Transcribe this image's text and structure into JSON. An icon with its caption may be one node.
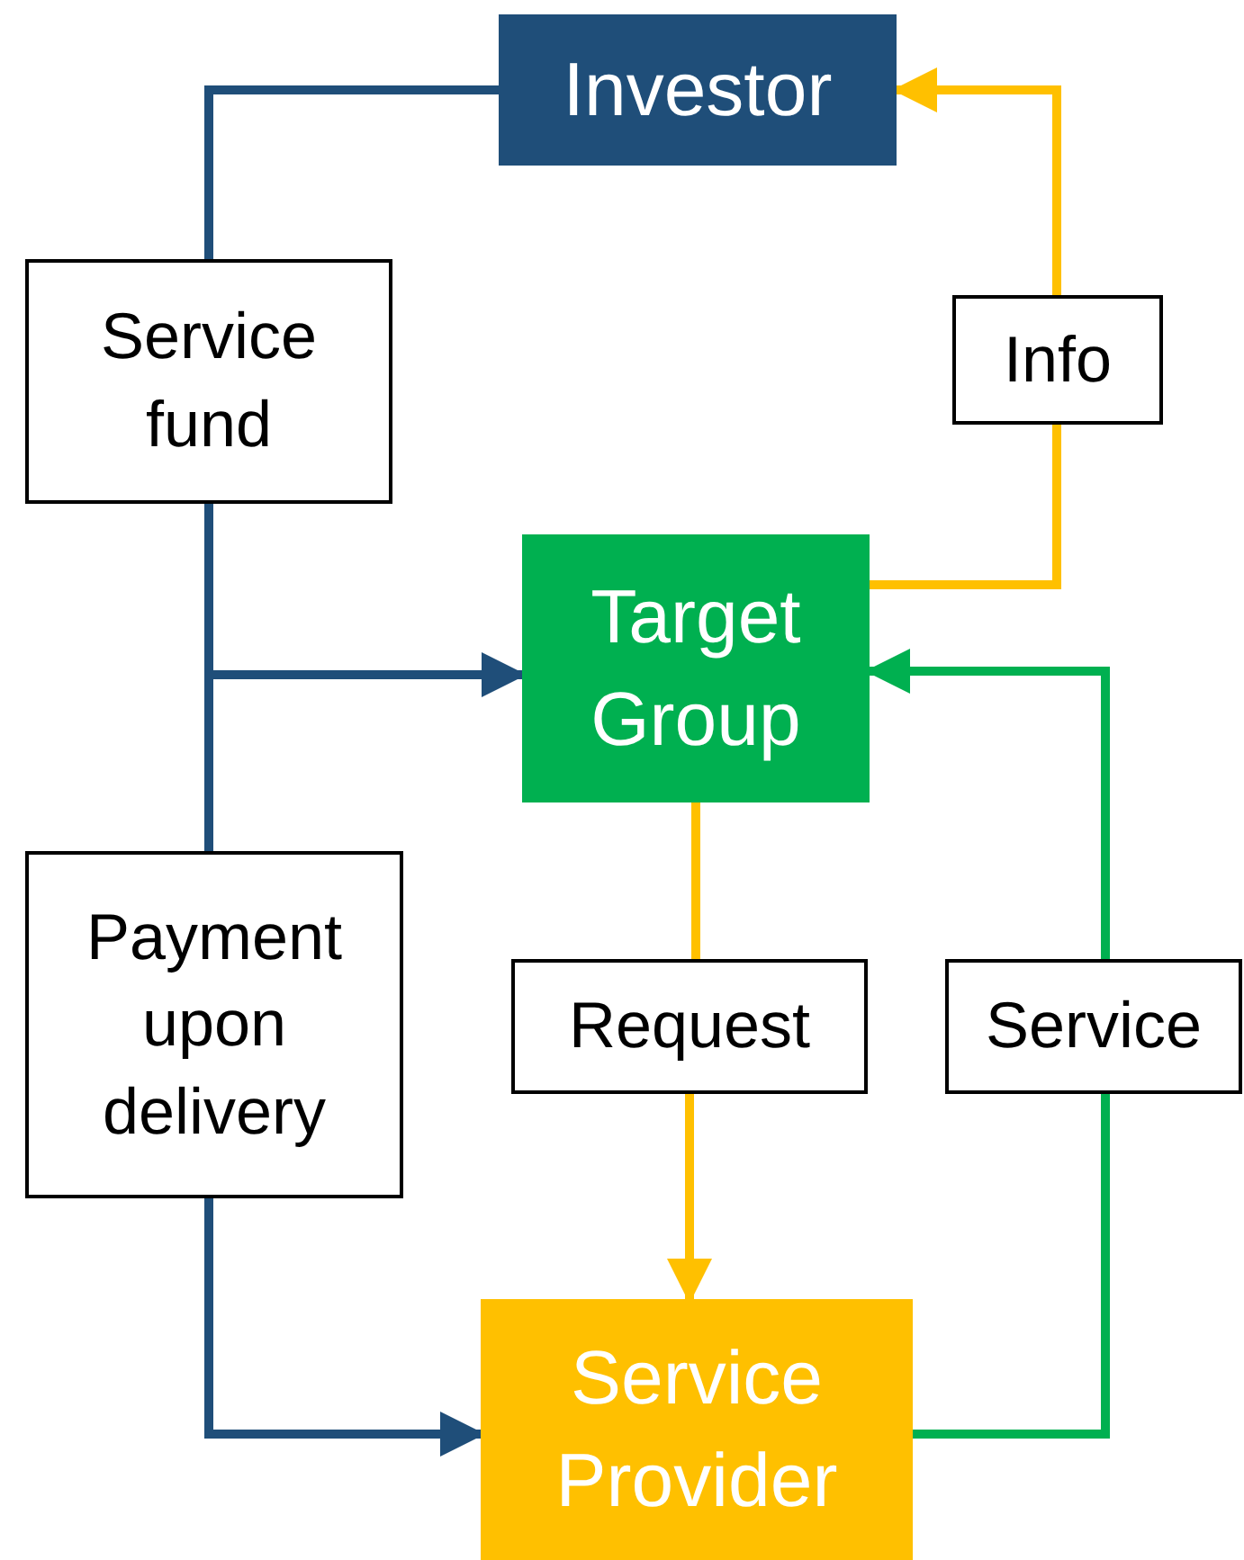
{
  "diagram": {
    "nodes": [
      {
        "text": [
          "Investor"
        ]
      },
      {
        "text": [
          "Service fund"
        ]
      },
      {
        "text": [
          "Info"
        ]
      },
      {
        "text": [
          "Target Group"
        ]
      },
      {
        "text": [
          "Payment upon delivery"
        ]
      },
      {
        "text": [
          "Request"
        ]
      },
      {
        "text": [
          "Service"
        ]
      },
      {
        "text": [
          "Service Provider"
        ]
      }
    ],
    "edges": [
      {
        "from": 0,
        "to": 1,
        "arrow": "none",
        "color": "#1f4e79"
      },
      {
        "from": 1,
        "to": 3,
        "arrow": "to",
        "color": "#1f4e79"
      },
      {
        "from": 1,
        "to": 4,
        "arrow": "none",
        "color": "#1f4e79"
      },
      {
        "from": 4,
        "to": 7,
        "arrow": "to",
        "color": "#1f4e79"
      },
      {
        "from": 3,
        "to": 2,
        "arrow": "none",
        "color": "#ffc000"
      },
      {
        "from": 2,
        "to": 0,
        "arrow": "to",
        "color": "#ffc000"
      },
      {
        "from": 3,
        "to": 5,
        "arrow": "none",
        "color": "#ffc000"
      },
      {
        "from": 5,
        "to": 7,
        "arrow": "to",
        "color": "#ffc000"
      },
      {
        "from": 7,
        "to": 6,
        "arrow": "none",
        "color": "#00b050"
      },
      {
        "from": 6,
        "to": 3,
        "arrow": "to",
        "color": "#00b050"
      }
    ]
  }
}
